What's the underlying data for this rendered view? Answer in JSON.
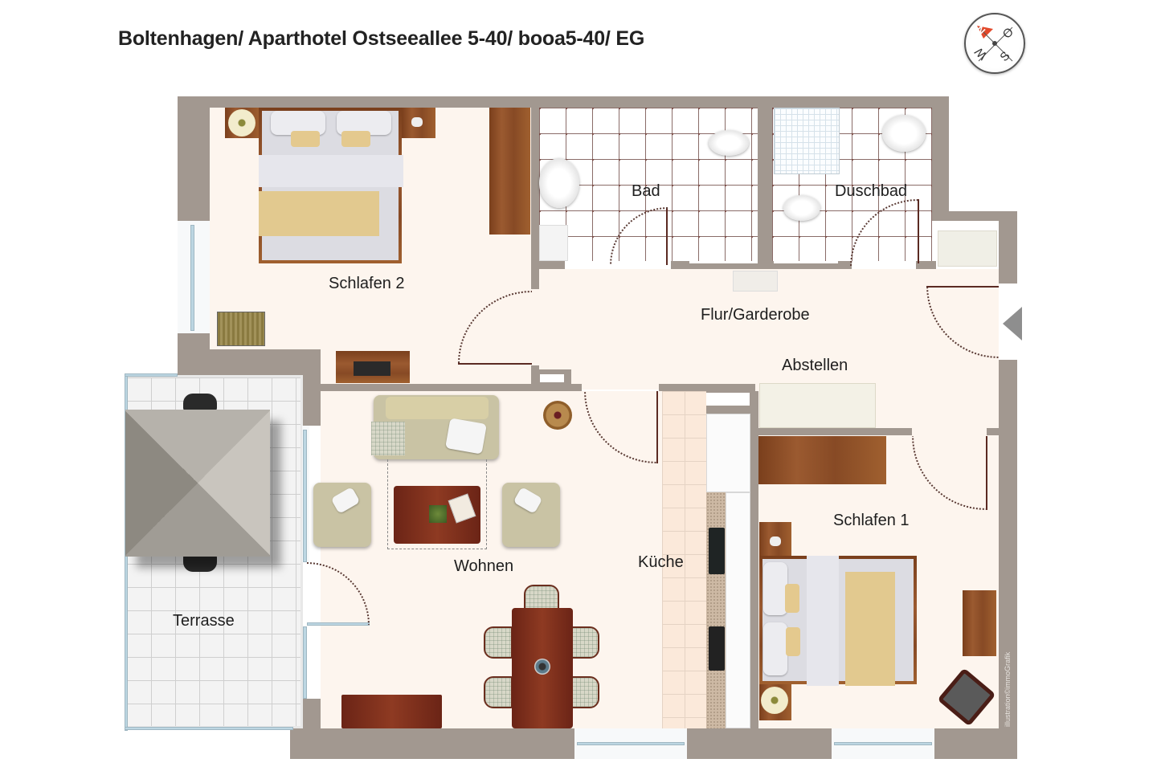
{
  "title": "Boltenhagen/ Aparthotel Ostseeallee 5-40/ booa5-40/ EG",
  "compass": {
    "icon": "compass-icon",
    "directions": {
      "north": "N",
      "east": "O",
      "south": "S",
      "west": "W"
    },
    "needle_color": "#e2492b"
  },
  "rooms": {
    "schlafen2": "Schlafen 2",
    "bad": "Bad",
    "duschbad": "Duschbad",
    "flur": "Flur/Garderobe",
    "abstellen": "Abstellen",
    "wohnen": "Wohnen",
    "kueche": "Küche",
    "schlafen1": "Schlafen 1",
    "terrasse": "Terrasse"
  },
  "entrance": {
    "icon": "entrance-arrow-icon"
  },
  "credit": "illustration©immoGrafik",
  "colors": {
    "wall": "#a29890",
    "floor": "#fdf5ee",
    "wood": "#8e4f26",
    "door": "#5b2a22",
    "window": "#bcd6e2"
  }
}
